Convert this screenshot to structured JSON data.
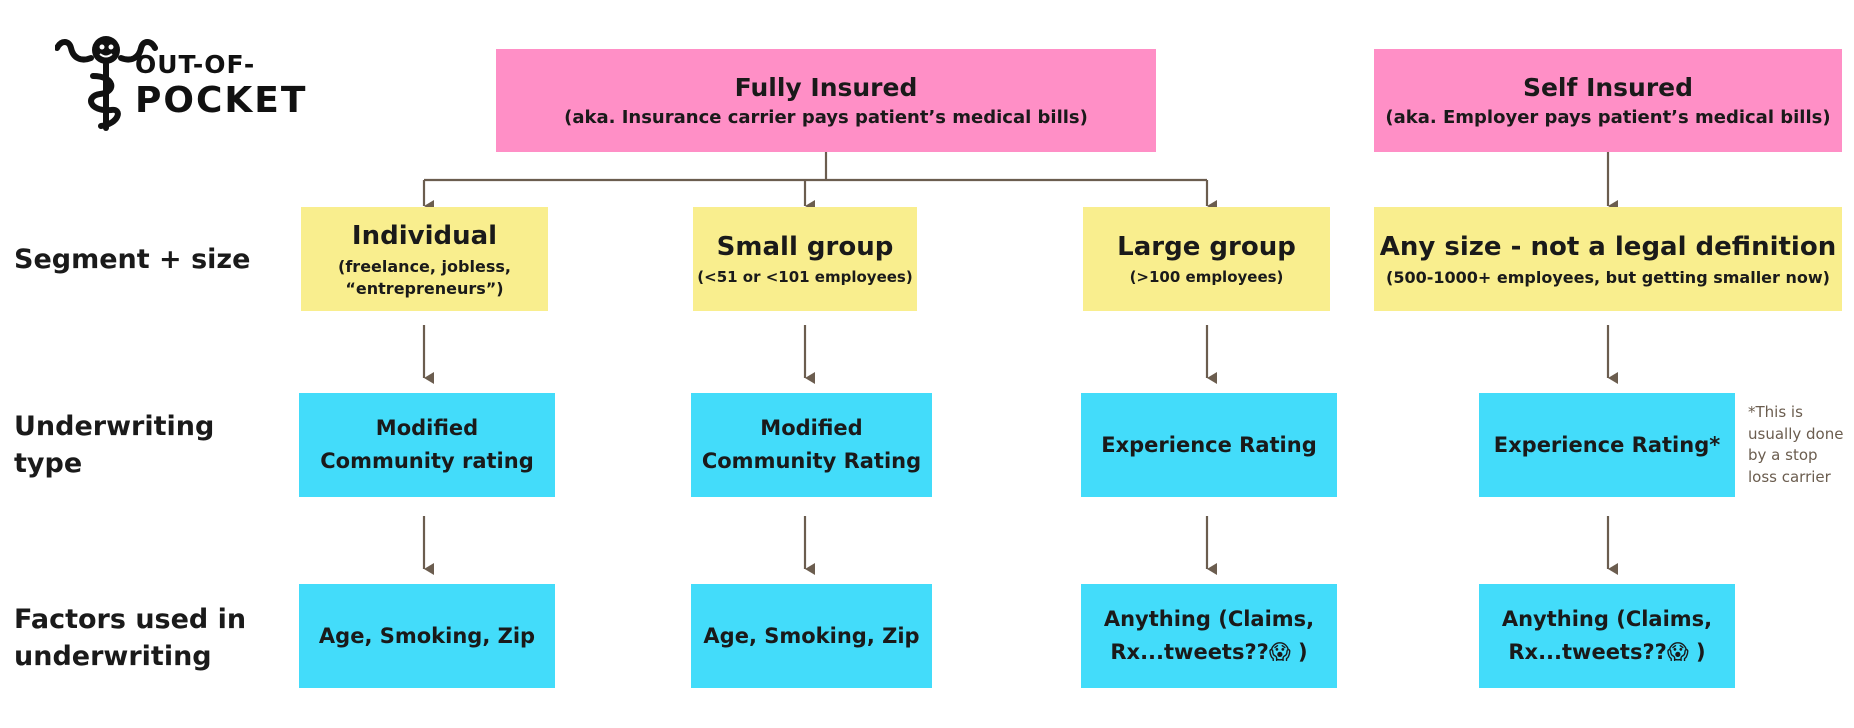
{
  "logo": {
    "line1": "OUT-OF-",
    "line2": "POCKET"
  },
  "headers": {
    "fully_insured": {
      "title": "Fully Insured",
      "subtitle": "(aka. Insurance carrier pays patient’s medical bills)"
    },
    "self_insured": {
      "title": "Self Insured",
      "subtitle": "(aka. Employer pays patient’s medical bills)"
    }
  },
  "row_labels": {
    "segment": "Segment + size",
    "underwriting_1": "Underwriting",
    "underwriting_2": "type",
    "factors_1": "Factors used in",
    "factors_2": "underwriting"
  },
  "segments": [
    {
      "title": "Individual",
      "sub1": "(freelance, jobless,",
      "sub2": "“entrepreneurs”)"
    },
    {
      "title": "Small group",
      "sub1": "(<51 or <101 employees)"
    },
    {
      "title": "Large group",
      "sub1": "(>100 employees)"
    },
    {
      "title": "Any size - not a legal definition",
      "sub1": "(500-1000+ employees, but getting smaller now)"
    }
  ],
  "underwriting": [
    {
      "line1": "Modified",
      "line2": "Community rating"
    },
    {
      "line1": "Modified",
      "line2": "Community Rating"
    },
    {
      "line1": "Experience Rating"
    },
    {
      "line1": "Experience Rating*"
    }
  ],
  "factors": [
    {
      "line1": "Age, Smoking, Zip"
    },
    {
      "line1": "Age, Smoking, Zip"
    },
    {
      "line1": "Anything (Claims,",
      "line2": "Rx...tweets??😱 )"
    },
    {
      "line1": "Anything (Claims,",
      "line2": "Rx...tweets??😱 )"
    }
  ],
  "footnote": {
    "line1": "*This is",
    "line2": "usually done",
    "line3": "by a stop",
    "line4": "loss carrier"
  },
  "colors": {
    "header_pink": "#ff8fc6",
    "segment_yellow": "#f9ee8e",
    "underwriting_cyan": "#43dcfa",
    "arrow_brown": "#6b5d4f"
  }
}
